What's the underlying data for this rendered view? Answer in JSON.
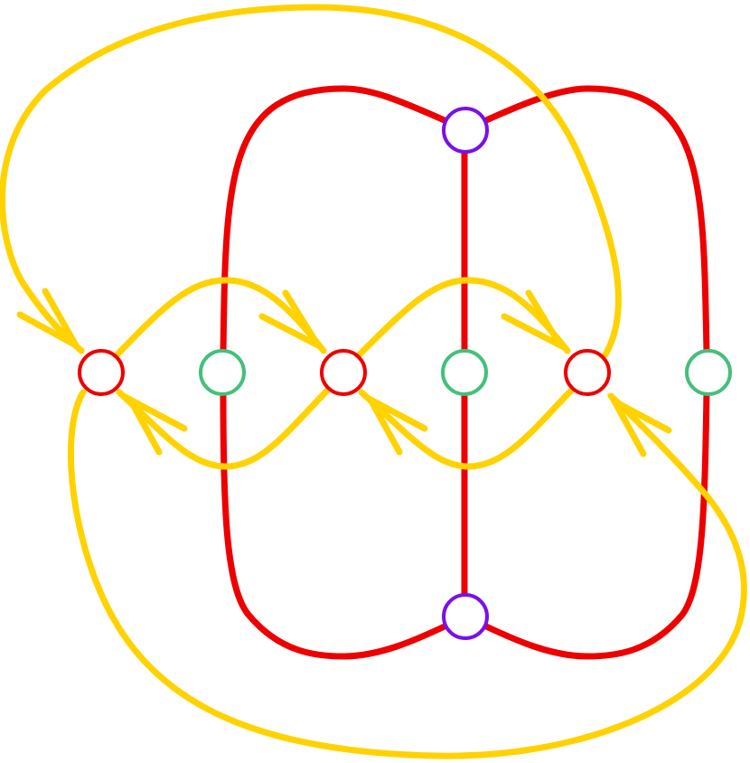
{
  "colors": {
    "background": "#ffffff",
    "red_edge": "#ee0000",
    "yellow_edge": "#ffd200",
    "red_node": "#ee0000",
    "green_node": "#44c07a",
    "purple_node": "#7a10e8"
  },
  "nodes": [
    {
      "id": "r1",
      "kind": "red"
    },
    {
      "id": "r2",
      "kind": "red"
    },
    {
      "id": "r3",
      "kind": "red"
    },
    {
      "id": "g1",
      "kind": "green"
    },
    {
      "id": "g2",
      "kind": "green"
    },
    {
      "id": "g3",
      "kind": "green"
    },
    {
      "id": "p-top",
      "kind": "purple"
    },
    {
      "id": "p-bottom",
      "kind": "purple"
    }
  ],
  "edges": {
    "red": [
      {
        "id": "red-left-loop",
        "from": "p-top",
        "to": "p-bottom",
        "through": "g1"
      },
      {
        "id": "red-center-line",
        "from": "p-top",
        "to": "p-bottom",
        "through": "g2"
      },
      {
        "id": "red-right-loop",
        "from": "p-top",
        "to": "p-bottom",
        "through": "g3"
      }
    ],
    "yellow": [
      {
        "id": "yellow-r1-r2-upper",
        "from": "r1",
        "to": "r2",
        "arrow": "to"
      },
      {
        "id": "yellow-r2-r1-lower",
        "from": "r2",
        "to": "r1",
        "arrow": "to"
      },
      {
        "id": "yellow-r2-r3-upper",
        "from": "r2",
        "to": "r3",
        "arrow": "to"
      },
      {
        "id": "yellow-r3-r2-lower",
        "from": "r3",
        "to": "r2",
        "arrow": "to"
      },
      {
        "id": "yellow-r3-r1-outer-top",
        "from": "r3",
        "to": "r1",
        "arrow": "to"
      },
      {
        "id": "yellow-r1-r3-outer-bottom",
        "from": "r1",
        "to": "r3",
        "arrow": "to"
      }
    ]
  }
}
